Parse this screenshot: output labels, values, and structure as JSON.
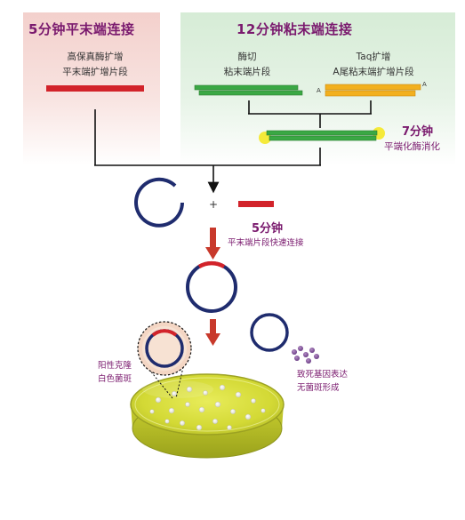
{
  "left_panel": {
    "title": "5分钟平末端连接",
    "step_line1": "高保真酶扩增",
    "step_line2": "平末端扩增片段"
  },
  "right_panel": {
    "title": "12分钟粘末端连接",
    "digest_line1": "酶切",
    "digest_line2": "粘末端片段",
    "taq_line1": "Taq扩增",
    "taq_line2": "A尾粘末端扩增片段",
    "a_overhang_left": "A",
    "a_overhang_right": "A",
    "step_time": "7分钟",
    "step_desc": "平端化酶消化"
  },
  "ligation": {
    "plus": "+",
    "time": "5分钟",
    "desc": "平末端片段快速连接"
  },
  "outcomes": {
    "positive_line1": "阳性克隆",
    "positive_line2": "白色菌斑",
    "lethal_line1": "致死基因表达",
    "lethal_line2": "无菌斑形成"
  },
  "colors": {
    "title_purple": "#7a1a6e",
    "vector_navy": "#1f2c6e",
    "insert_red": "#d2232a",
    "sticky_green": "#3aa844",
    "taq_orange": "#f2b01e",
    "enzyme_yellow": "#f5ea3a",
    "arrow_red": "#c8392b",
    "agar_yellow": "#d8df3a"
  }
}
